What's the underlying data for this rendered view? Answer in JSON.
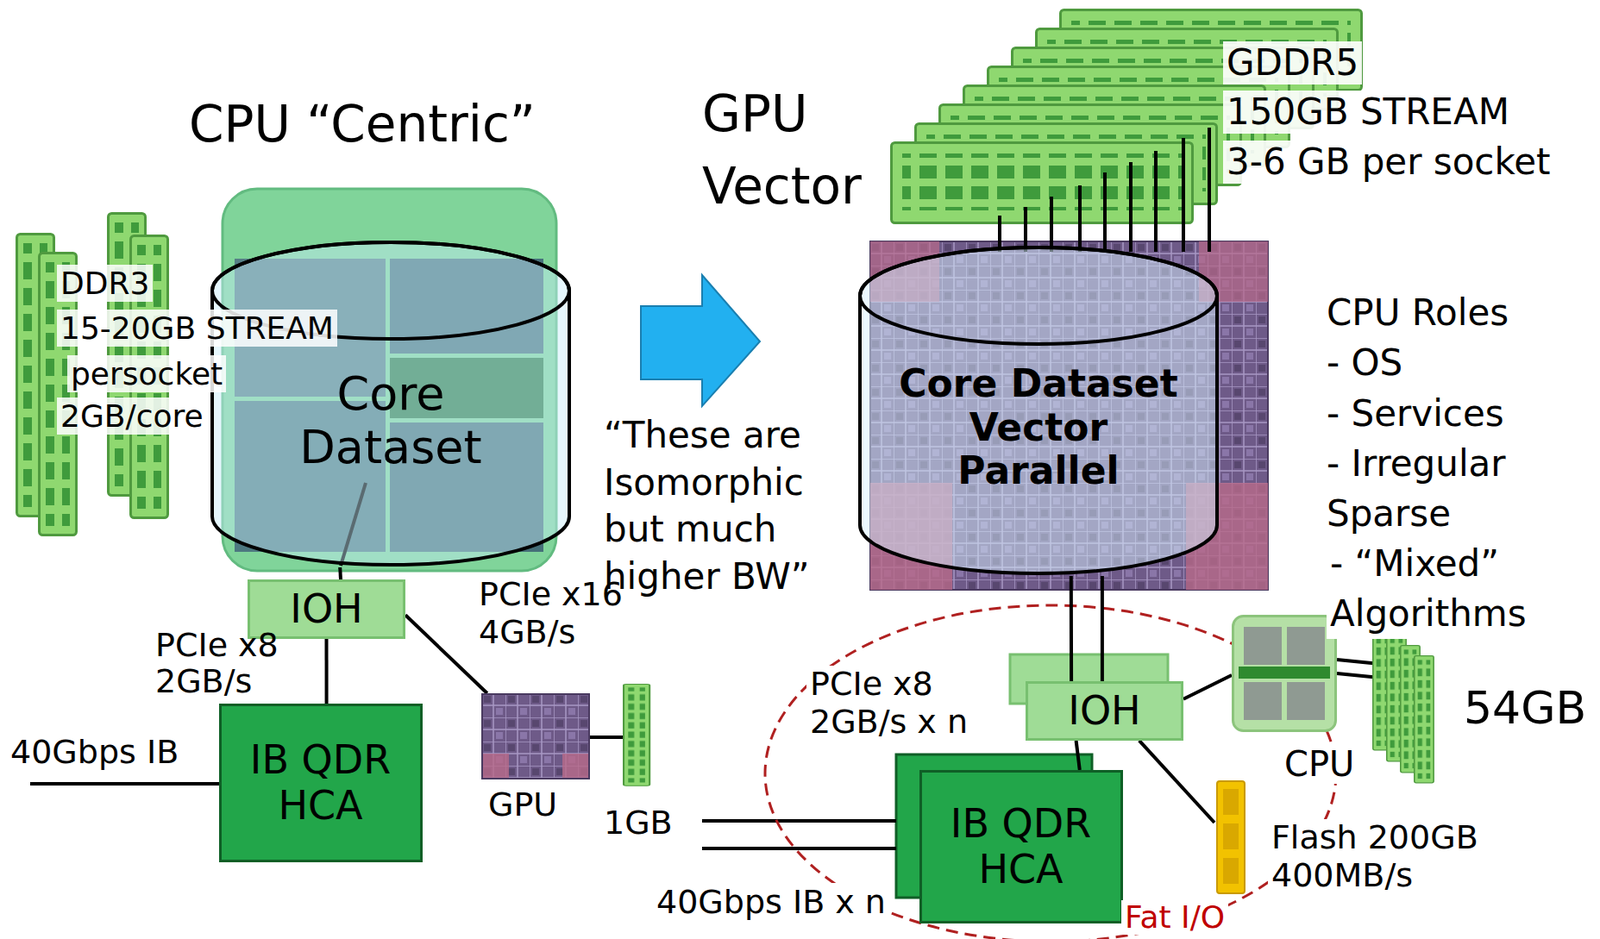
{
  "diagram": {
    "nodes": [
      {
        "text": [
          "Core Dataset"
        ]
      },
      {
        "text": [
          "IOH"
        ]
      },
      {
        "text": [
          "IB QDR HCA"
        ]
      },
      {
        "text": [
          "GPU"
        ]
      },
      {
        "text": [
          "Core Dataset Vector Parallel"
        ]
      },
      {
        "text": [
          "IOH"
        ]
      },
      {
        "text": [
          "IB QDR HCA"
        ]
      },
      {
        "text": [
          "CPU"
        ]
      },
      {
        "text": [
          "Flash 200GB 400MB/s"
        ]
      }
    ],
    "edges": [
      {
        "from": 0,
        "to": 1,
        "arrow": "none"
      },
      {
        "from": 1,
        "to": 2,
        "label": "PCIe x8 2GB/s",
        "arrow": "none"
      },
      {
        "from": 1,
        "to": 3,
        "label": "PCIe x16 4GB/s",
        "arrow": "none"
      },
      {
        "from": 4,
        "to": 5,
        "arrow": "none"
      },
      {
        "from": 5,
        "to": 6,
        "label": "PCIe x8 2GB/s x n",
        "arrow": "none"
      },
      {
        "from": 5,
        "to": 7,
        "arrow": "none"
      },
      {
        "from": 5,
        "to": 8,
        "arrow": "none"
      }
    ],
    "labels": [
      "CPU “Centric”",
      "GPU Vector",
      "DDR3",
      "15-20GB STREAM",
      "persocket",
      "2GB/core",
      "“These are Isomorphic but much higher BW”",
      "GDDR5",
      "150GB STREAM",
      "3-6 GB per socket",
      "CPU Roles",
      "- OS",
      "- Services",
      "- Irregular Sparse",
      "- “Mixed” Algorithms",
      "40Gbps IB",
      "1GB",
      "40Gbps IB x n",
      "54GB",
      "Fat I/O"
    ]
  }
}
